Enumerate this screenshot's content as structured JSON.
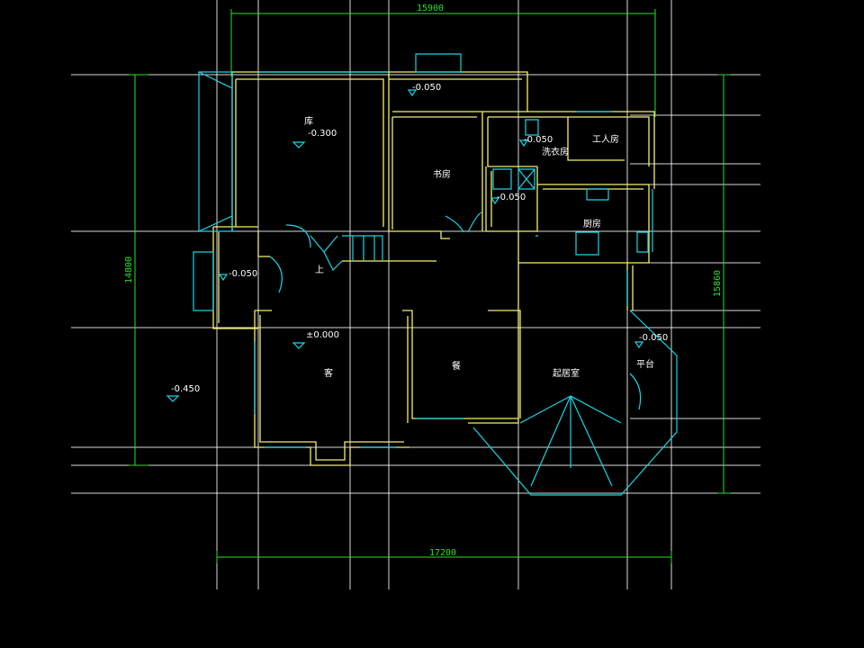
{
  "dimensions": {
    "top": "15900",
    "bottom": "17200",
    "left": "14800",
    "right": "15860"
  },
  "rooms": {
    "garage": "库",
    "study": "书房",
    "laundry": "洗衣房",
    "servant": "工人房",
    "kitchen": "厨房",
    "living": "客",
    "dining": "餐",
    "family": "起居室",
    "platform": "平台",
    "stair_up": "上"
  },
  "levels": {
    "garage": "-0.300",
    "top_porch": "-0.050",
    "laundry": "-0.050",
    "wc": "-0.050",
    "entry": "-0.050",
    "living": "±0.000",
    "platform": "-0.050",
    "outside": "-0.450"
  },
  "colors": {
    "background": "#000000",
    "wall": "#f3f06a",
    "fixture": "#19d6e6",
    "dimension": "#28e028",
    "text": "#ffffff"
  }
}
